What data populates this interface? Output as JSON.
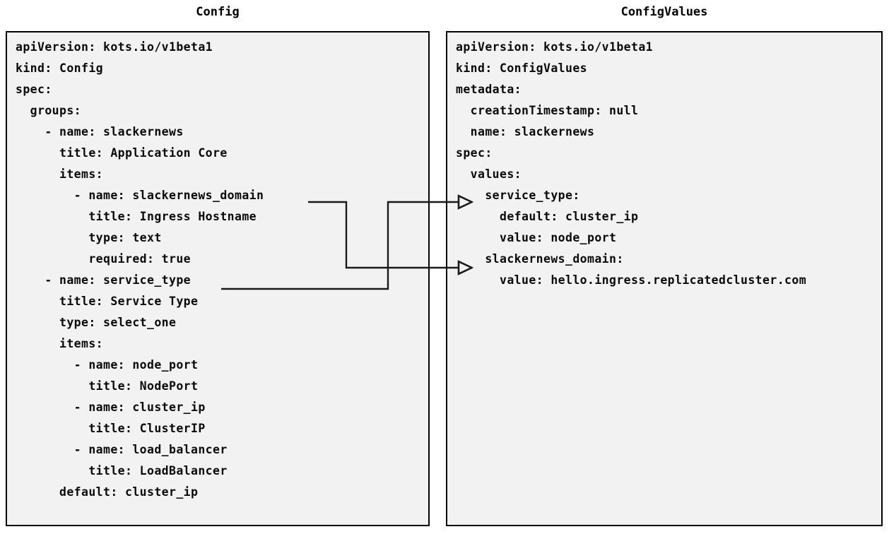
{
  "panels": {
    "left": {
      "title": "Config",
      "lines": [
        "apiVersion: kots.io/v1beta1",
        "kind: Config",
        "spec:",
        "  groups:",
        "    - name: slackernews",
        "      title: Application Core",
        "      items:",
        "        - name: slackernews_domain",
        "          title: Ingress Hostname",
        "          type: text",
        "          required: true",
        "    - name: service_type",
        "      title: Service Type",
        "      type: select_one",
        "      items:",
        "        - name: node_port",
        "          title: NodePort",
        "        - name: cluster_ip",
        "          title: ClusterIP",
        "        - name: load_balancer",
        "          title: LoadBalancer",
        "      default: cluster_ip"
      ]
    },
    "right": {
      "title": "ConfigValues",
      "lines": [
        "apiVersion: kots.io/v1beta1",
        "kind: ConfigValues",
        "metadata:",
        "  creationTimestamp: null",
        "  name: slackernews",
        "spec:",
        "  values:",
        "    service_type:",
        "      default: cluster_ip",
        "      value: node_port",
        "    slackernews_domain:",
        "      value: hello.ingress.replicatedcluster.com"
      ]
    }
  },
  "connectors": [
    {
      "label": "slackernews_domain-to-slackernews_domain",
      "from": "Config slackernews_domain",
      "to": "ConfigValues slackernews_domain:",
      "color": "#1a1a1a"
    },
    {
      "label": "service_type-to-service_type",
      "from": "Config service_type",
      "to": "ConfigValues service_type:",
      "color": "#1a1a1a"
    }
  ],
  "colors": {
    "box_background": "#f2f2f2",
    "box_border": "#000000",
    "text": "#0a0a0a",
    "connector": "#1a1a1a",
    "page_background": "#ffffff"
  }
}
